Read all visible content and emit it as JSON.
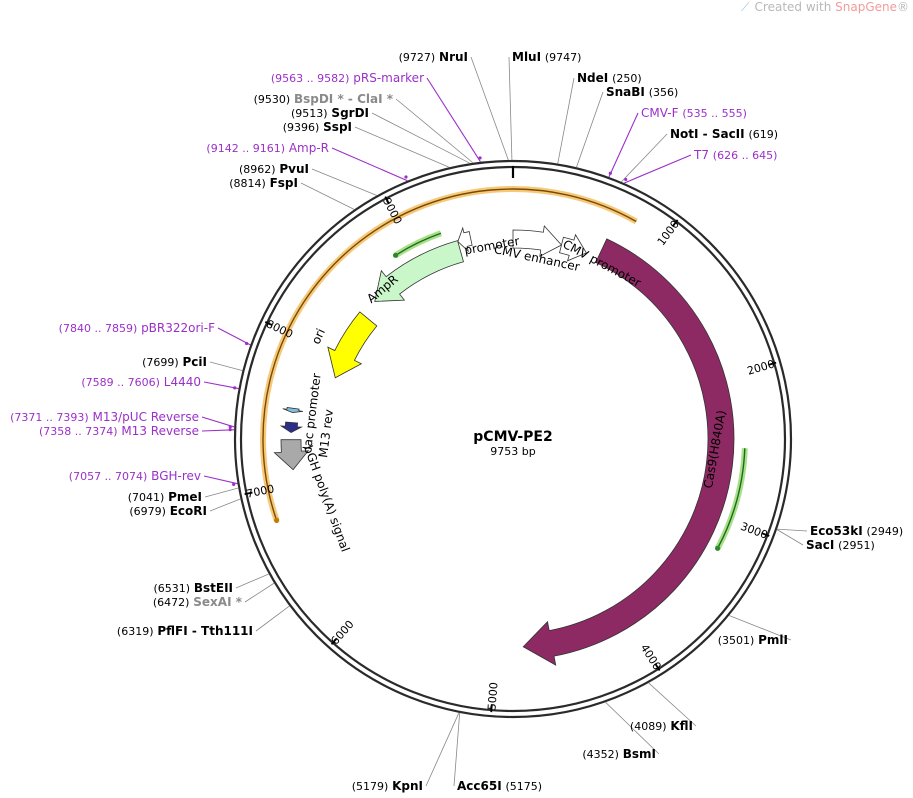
{
  "watermark": {
    "prefix": "Created with ",
    "brand": "SnapGene",
    "mark": "®"
  },
  "plasmid": {
    "name": "pCMV-PE2",
    "size_label": "9753 bp",
    "length": 9753
  },
  "ruler_ticks": [
    {
      "pos": 1000,
      "label": "1000"
    },
    {
      "pos": 2000,
      "label": "2000"
    },
    {
      "pos": 3000,
      "label": "3000"
    },
    {
      "pos": 4000,
      "label": "4000"
    },
    {
      "pos": 5000,
      "label": "5000"
    },
    {
      "pos": 6000,
      "label": "6000"
    },
    {
      "pos": 7000,
      "label": "7000"
    },
    {
      "pos": 8000,
      "label": "8000"
    },
    {
      "pos": 9000,
      "label": "9000"
    }
  ],
  "features": [
    {
      "name": "Cas9(H840A)",
      "start": 680,
      "end": 4800,
      "color": "#8d2a64"
    },
    {
      "name": "CMV enhancer",
      "start": 9753,
      "end": 380,
      "color": "#ffffff"
    },
    {
      "name": "CMV promoter",
      "start": 380,
      "end": 583,
      "color": "#ffffff"
    },
    {
      "name": "AmpR promoter",
      "start": 9430,
      "end": 9330,
      "color": "#ffffff"
    },
    {
      "name": "AmpR",
      "start": 9330,
      "end": 8530,
      "color": "#c9f7c9"
    },
    {
      "name": "ori",
      "start": 8390,
      "end": 7830,
      "color": "#ffff00"
    },
    {
      "name": "lac promoter",
      "start": 7530,
      "end": 7500,
      "color": "#7fbfdc"
    },
    {
      "name": "M13 rev",
      "start": 7430,
      "end": 7360,
      "color": "#2d2d8a"
    },
    {
      "name": "bGH poly(A) signal",
      "start": 7310,
      "end": 7100,
      "color": "#a9a9a9"
    }
  ],
  "orf_arcs": [
    {
      "start": 800,
      "end": 6800,
      "direction": "reverse"
    },
    {
      "start": 2500,
      "end": 3200,
      "direction": "forward"
    },
    {
      "start": 9230,
      "end": 8870,
      "direction": "reverse"
    }
  ],
  "sites": [
    {
      "pos": 9727,
      "name": "NruI",
      "coords": "(9727)",
      "kind": "enzyme"
    },
    {
      "pos": 9747,
      "name": "MluI",
      "coords": "(9747)",
      "kind": "enzyme"
    },
    {
      "pos": 250,
      "name": "NdeI",
      "coords": "(250)",
      "kind": "enzyme"
    },
    {
      "pos": 356,
      "name": "SnaBI",
      "coords": "(356)",
      "kind": "enzyme"
    },
    {
      "pos": 545,
      "name": "CMV-F",
      "coords": "(535 .. 555)",
      "kind": "primer"
    },
    {
      "pos": 619,
      "name": "NotI - SacII",
      "coords": "(619)",
      "kind": "enzyme"
    },
    {
      "pos": 636,
      "name": "T7",
      "coords": "(626 .. 645)",
      "kind": "primer"
    },
    {
      "pos": 9572,
      "name": "pRS-marker",
      "coords": "(9563 .. 9582)",
      "kind": "primer"
    },
    {
      "pos": 9530,
      "name": "BspDI * - ClaI *",
      "coords": "(9530)",
      "kind": "grey"
    },
    {
      "pos": 9513,
      "name": "SgrDI",
      "coords": "(9513)",
      "kind": "enzyme"
    },
    {
      "pos": 9396,
      "name": "SspI",
      "coords": "(9396)",
      "kind": "enzyme"
    },
    {
      "pos": 9151,
      "name": "Amp-R",
      "coords": "(9142 .. 9161)",
      "kind": "primer"
    },
    {
      "pos": 8962,
      "name": "PvuI",
      "coords": "(8962)",
      "kind": "enzyme"
    },
    {
      "pos": 8814,
      "name": "FspI",
      "coords": "(8814)",
      "kind": "enzyme"
    },
    {
      "pos": 7849,
      "name": "pBR322ori-F",
      "coords": "(7840 .. 7859)",
      "kind": "primer"
    },
    {
      "pos": 7699,
      "name": "PciI",
      "coords": "(7699)",
      "kind": "enzyme"
    },
    {
      "pos": 7597,
      "name": "L4440",
      "coords": "(7589 .. 7606)",
      "kind": "primer"
    },
    {
      "pos": 7382,
      "name": "M13/pUC Reverse",
      "coords": "(7371 .. 7393)",
      "kind": "primer"
    },
    {
      "pos": 7366,
      "name": "M13 Reverse",
      "coords": "(7358 .. 7374)",
      "kind": "primer"
    },
    {
      "pos": 7065,
      "name": "BGH-rev",
      "coords": "(7057 .. 7074)",
      "kind": "primer"
    },
    {
      "pos": 7041,
      "name": "PmeI",
      "coords": "(7041)",
      "kind": "enzyme"
    },
    {
      "pos": 6979,
      "name": "EcoRI",
      "coords": "(6979)",
      "kind": "enzyme"
    },
    {
      "pos": 6531,
      "name": "BstEII",
      "coords": "(6531)",
      "kind": "enzyme"
    },
    {
      "pos": 6472,
      "name": "SexAI *",
      "coords": "(6472)",
      "kind": "grey"
    },
    {
      "pos": 6319,
      "name": "PflFI - Tth111I",
      "coords": "(6319)",
      "kind": "enzyme"
    },
    {
      "pos": 5179,
      "name": "KpnI",
      "coords": "(5179)",
      "kind": "enzyme"
    },
    {
      "pos": 5175,
      "name": "Acc65I",
      "coords": "(5175)",
      "kind": "enzyme"
    },
    {
      "pos": 4352,
      "name": "BsmI",
      "coords": "(4352)",
      "kind": "enzyme"
    },
    {
      "pos": 4089,
      "name": "KflI",
      "coords": "(4089)",
      "kind": "enzyme"
    },
    {
      "pos": 3501,
      "name": "PmlI",
      "coords": "(3501)",
      "kind": "enzyme"
    },
    {
      "pos": 2949,
      "name": "Eco53kI",
      "coords": "(2949)",
      "kind": "enzyme"
    },
    {
      "pos": 2951,
      "name": "SacI",
      "coords": "(2951)",
      "kind": "enzyme"
    }
  ]
}
